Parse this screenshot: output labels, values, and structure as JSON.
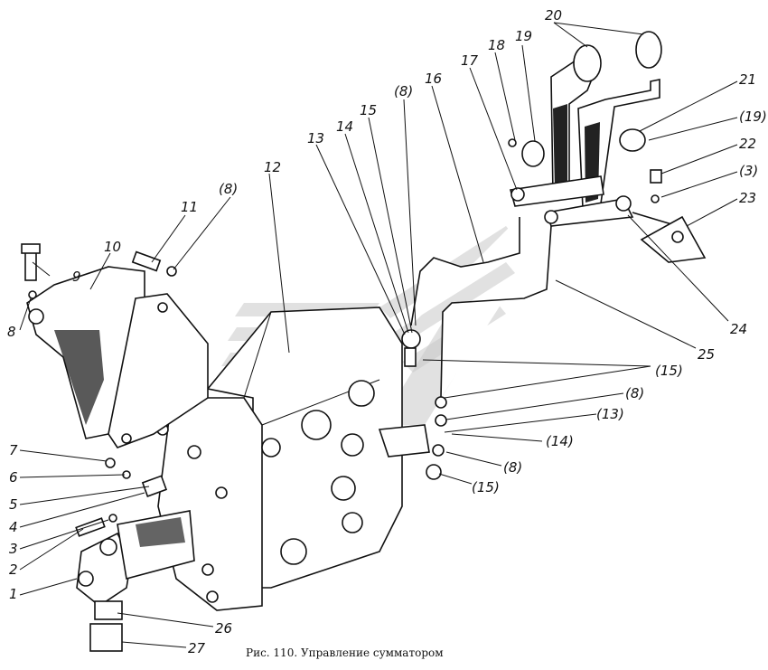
{
  "caption": "Рис. 110. Управление сумматором",
  "labels": {
    "l1": "1",
    "l2": "2",
    "l3": "3",
    "l4": "4",
    "l5": "5",
    "l6": "6",
    "l7": "7",
    "l8": "8",
    "l9": "9",
    "l10": "10",
    "l11": "11",
    "l12": "12",
    "l13": "13",
    "l14": "14",
    "l15": "15",
    "l16": "16",
    "l17": "17",
    "l18": "18",
    "l19": "19",
    "l20": "20",
    "l21": "21",
    "l22": "22",
    "l23": "23",
    "l24": "24",
    "l25": "25",
    "l26": "26",
    "l27": "27",
    "l8p_top_left": "(8)",
    "l8p_top_mid": "(8)",
    "l19p": "(19)",
    "l3p": "(3)",
    "l15p_a": "(15)",
    "l8p_b": "(8)",
    "l13p": "(13)",
    "l14p": "(14)",
    "l8p_c": "(8)",
    "l15p_b": "(15)"
  }
}
